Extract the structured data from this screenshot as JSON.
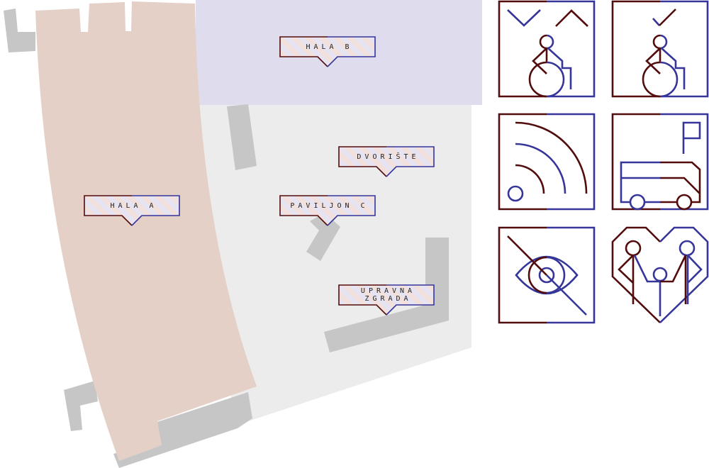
{
  "colors": {
    "dark_red": "#520c0c",
    "blue": "#35359a",
    "hala_a_fill": "#e4d0c7",
    "hala_b_fill": "#dfdcee",
    "courtyard_fill": "#ececec",
    "building_fill": "#c6c6c6"
  },
  "labels": {
    "hala_b": "HALA B",
    "dvoriste": "DVORIŠTE",
    "hala_a": "HALA A",
    "paviljon_c": "PAVILJON C",
    "upravna_zgrada": "UPRAVNA ZGRADA"
  },
  "legend_icons": [
    "elevator-wheelchair-icon",
    "wheelchair-accessible-icon",
    "hearing-loop-icon",
    "bus-parking-icon",
    "visually-impaired-icon",
    "family-friendly-icon"
  ]
}
